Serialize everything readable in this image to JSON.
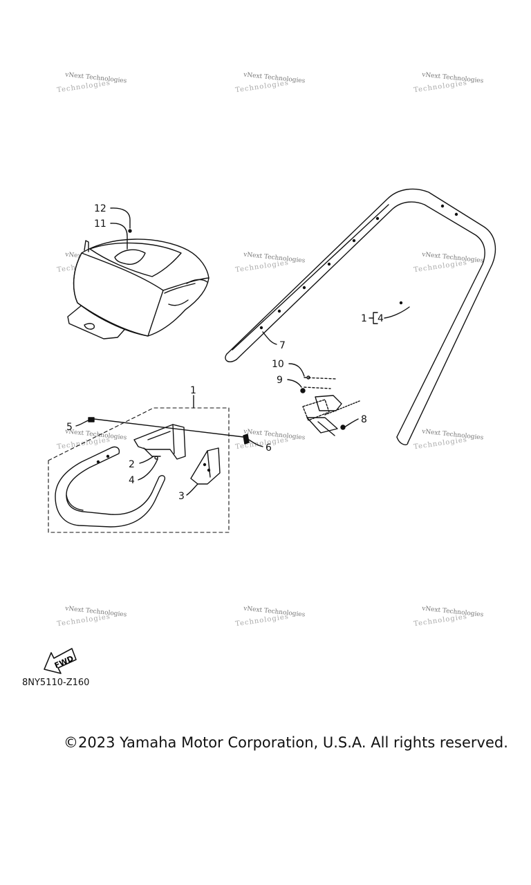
{
  "watermark": {
    "line1": "vNext Technologies",
    "line2": "Technologies"
  },
  "callouts": {
    "c1": "1",
    "c1_4": "1",
    "c2": "2",
    "c3": "3",
    "c4": "4",
    "c4b": "4",
    "c5": "5",
    "c6": "6",
    "c7": "7",
    "c8": "8",
    "c9": "9",
    "c10": "10",
    "c11": "11",
    "c12": "12"
  },
  "fwd_label": "FWD",
  "diagram_code": "8NY5110-Z160",
  "copyright": "©2023 Yamaha Motor Corporation, U.S.A. All rights reserved."
}
